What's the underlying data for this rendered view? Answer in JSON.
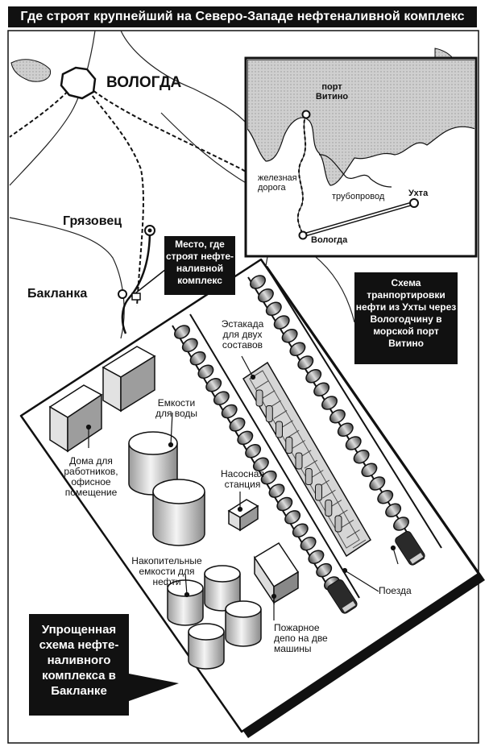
{
  "title": "Где строят крупнейший на Северо-Западе нефтеналивной комплекс",
  "map": {
    "city_vologda": "ВОЛОГДА",
    "city_gryazovets": "Грязовец",
    "city_baklanka": "Бакланка",
    "site_callout": "Место, где строят нефте-наливной комплекс"
  },
  "inset": {
    "port_label": "порт Витино",
    "railway_label": "железная дорога",
    "pipeline_label": "трубопровод",
    "ukhta_label": "Ухта",
    "vologda_label": "Вологда",
    "caption": "Схема транпортировки нефти из Ухты через Вологодчину в морской порт Витино"
  },
  "complex": {
    "trestle_label": "Эстакада для двух составов",
    "water_tanks_label": "Емкости для воды",
    "houses_label": "Дома для работников, офисное помещение",
    "pump_label": "Насосная станция",
    "oil_tanks_label": "Накопительные емкости для нефти",
    "trains_label": "Поезда",
    "fire_depot_label": "Пожарное депо на две машины",
    "caption": "Упрощенная схема нефте-наливного комплекса в Бакланке"
  },
  "colors": {
    "ink": "#111111",
    "paper": "#ffffff"
  }
}
